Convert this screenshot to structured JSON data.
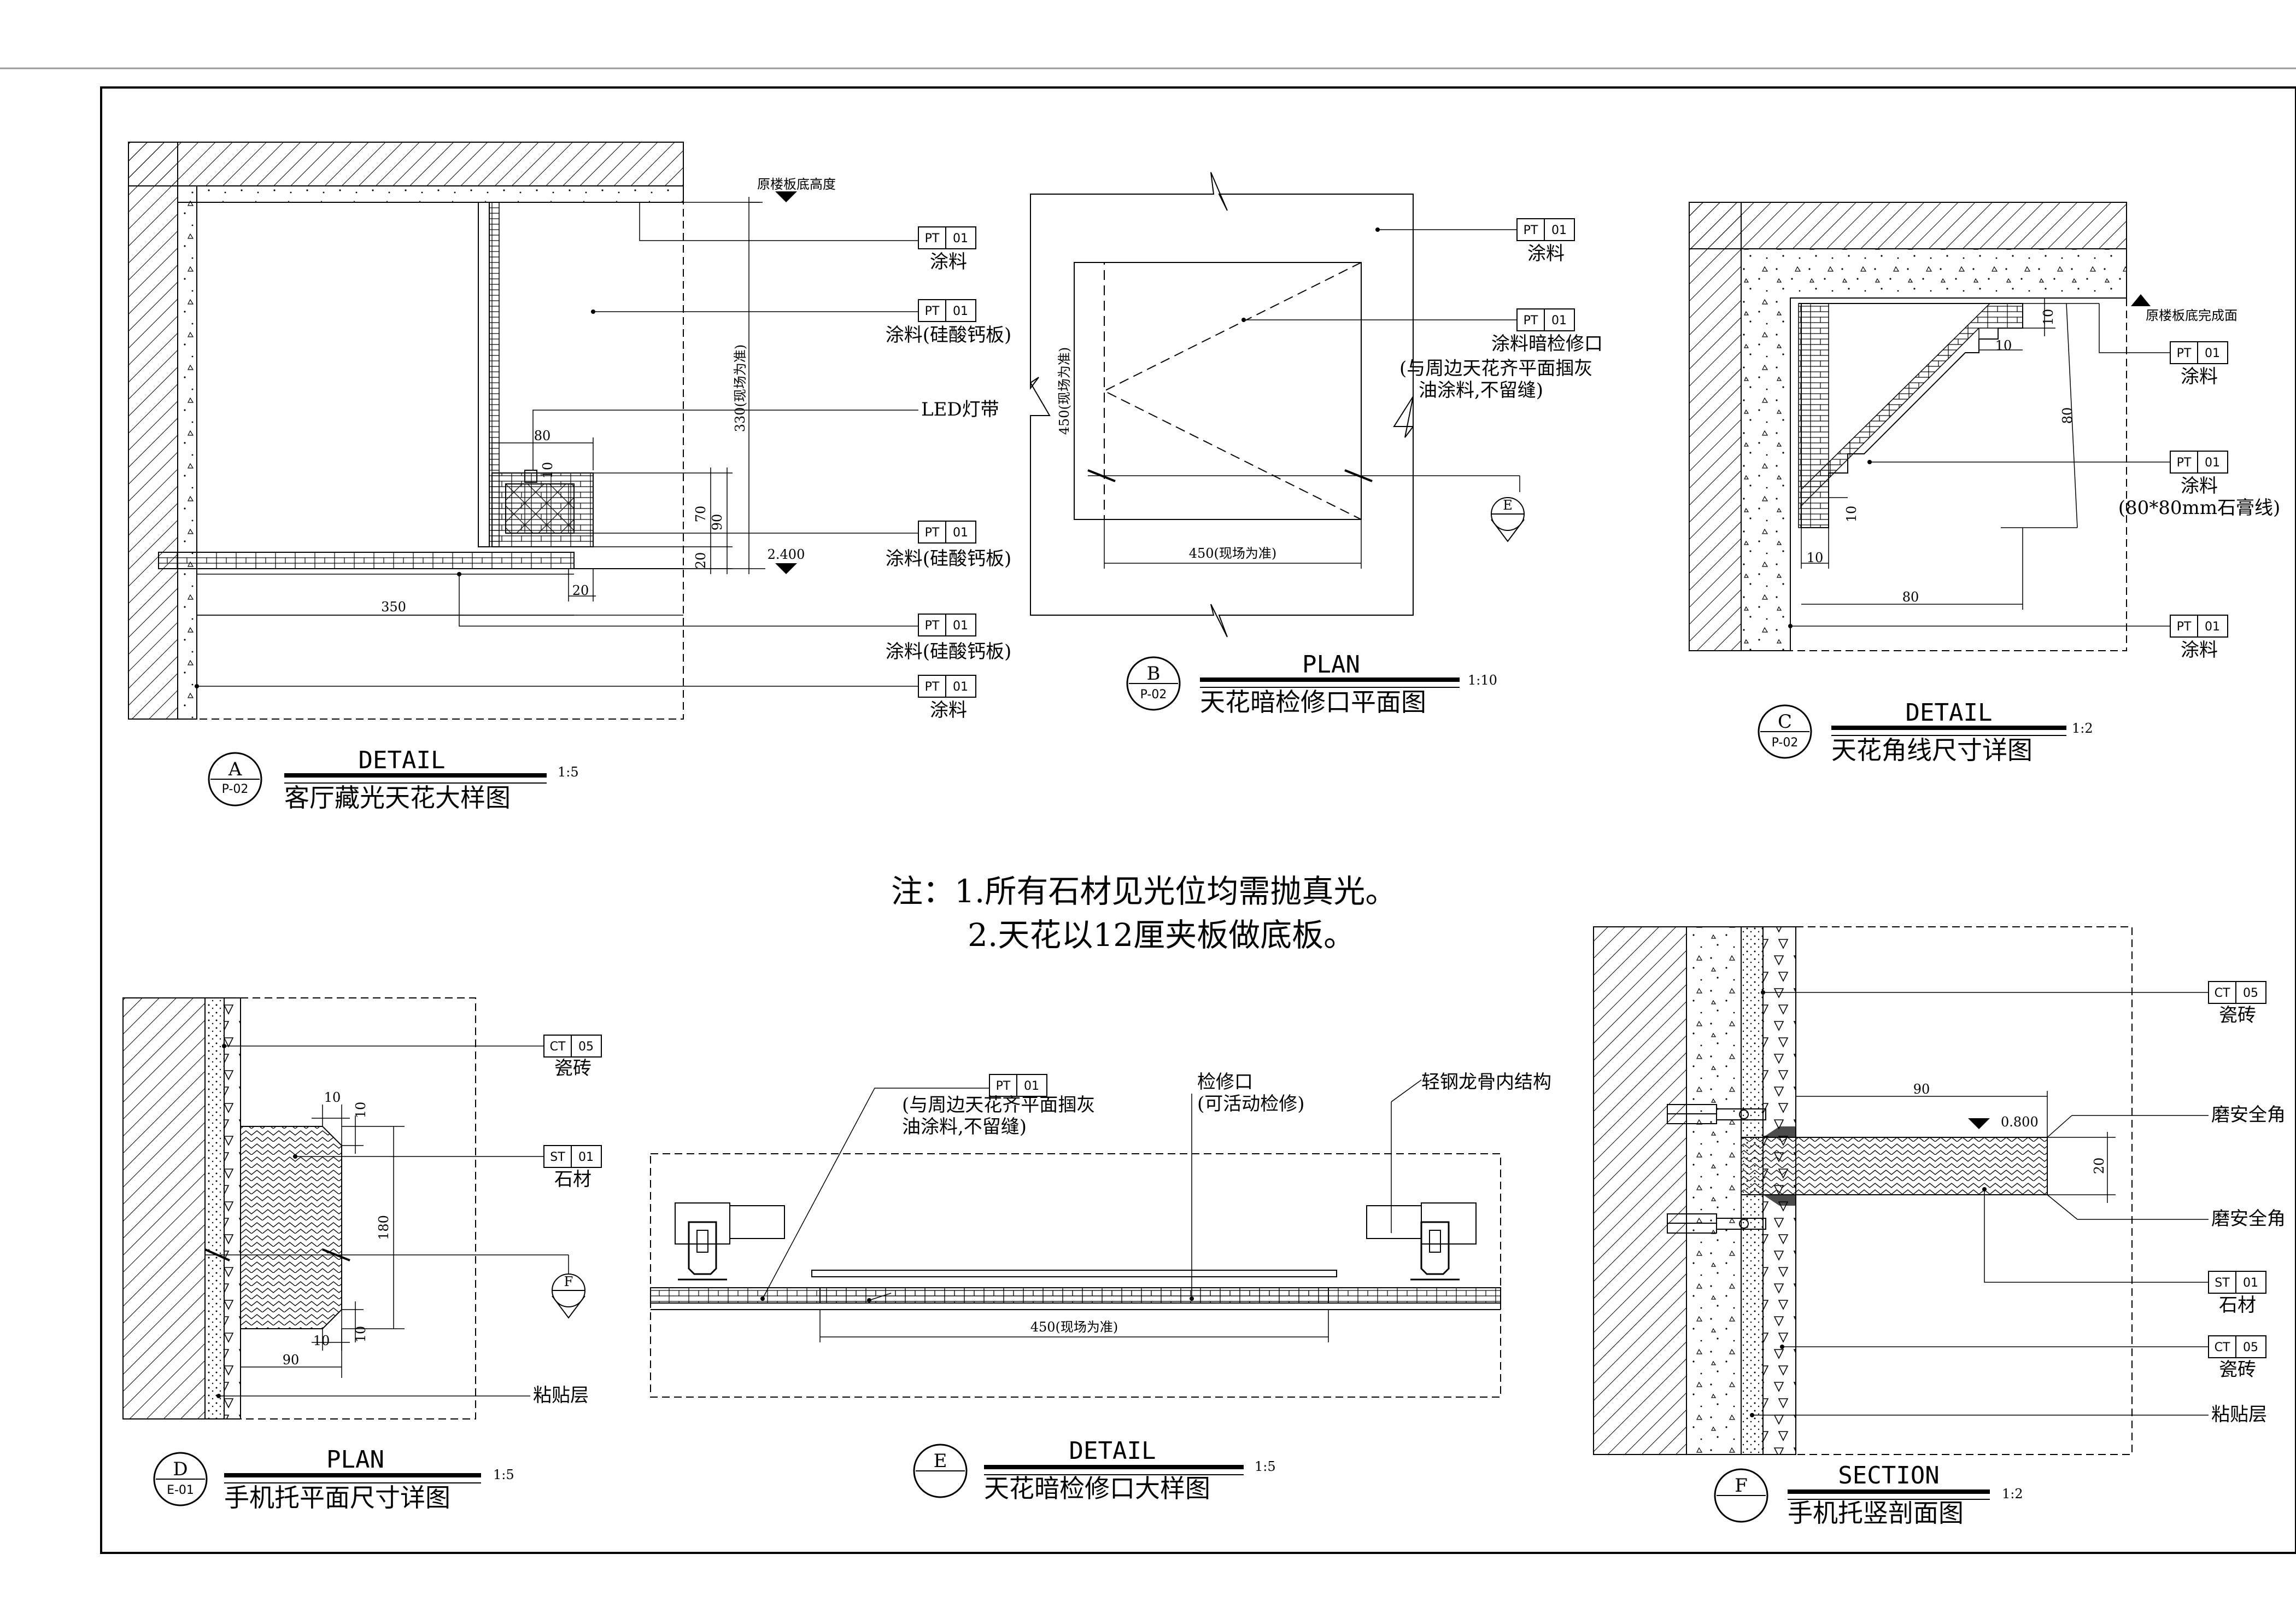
{
  "top_note": "原楼板底高度",
  "detail_a": {
    "code": "A",
    "sheet": "P-02",
    "type": "DETAIL",
    "title": "客厅藏光天花大样图",
    "scale": "1:5",
    "labels": [
      "涂料",
      "涂料(硅酸钙板)",
      "LED灯带",
      "涂料(硅酸钙板)",
      "涂料(硅酸钙板)",
      "涂料"
    ],
    "dims": [
      "80",
      "10",
      "70",
      "90",
      "20",
      "20",
      "350",
      "330(现场为准)"
    ],
    "level": "2.400"
  },
  "detail_b": {
    "code": "B",
    "sheet": "P-02",
    "type": "PLAN",
    "title": "天花暗检修口平面图",
    "scale": "1:10",
    "labels": [
      "涂料",
      "涂料暗检修口",
      "(与周边天花齐平面掴灰",
      "油涂料,不留缝)"
    ],
    "dims": [
      "450(现场为准)",
      "450(现场为准)"
    ],
    "section_ref": "E"
  },
  "detail_c": {
    "code": "C",
    "sheet": "P-02",
    "type": "DETAIL",
    "title": "天花角线尺寸详图",
    "scale": "1:2",
    "finish_note": "原楼板底完成面",
    "labels": [
      "涂料",
      "涂料",
      "(80*80mm石膏线)",
      "涂料"
    ],
    "dims": [
      "10",
      "10",
      "80",
      "10",
      "10",
      "80"
    ]
  },
  "notes": [
    "注：1.所有石材见光位均需抛真光。",
    "2.天花以12厘夹板做底板。"
  ],
  "detail_d": {
    "code": "D",
    "sheet": "E-01",
    "type": "PLAN",
    "title": "手机托平面尺寸详图",
    "scale": "1:5",
    "labels": [
      "瓷砖",
      "石材",
      "粘贴层"
    ],
    "dims": [
      "10",
      "10",
      "180",
      "10",
      "10",
      "90"
    ],
    "section_ref": "F"
  },
  "detail_e": {
    "code": "E",
    "type": "DETAIL",
    "title": "天花暗检修口大样图",
    "scale": "1:5",
    "labels": [
      "(与周边天花齐平面掴灰",
      "油涂料,不留缝)",
      "检修口",
      "(可活动检修)",
      "轻钢龙骨内结构"
    ],
    "dims": [
      "450(现场为准)"
    ]
  },
  "detail_f": {
    "code": "F",
    "type": "SECTION",
    "title": "手机托竖剖面图",
    "scale": "1:2",
    "labels": [
      "瓷砖",
      "磨安全角",
      "磨安全角",
      "石材",
      "瓷砖",
      "粘贴层"
    ],
    "dims": [
      "90",
      "20"
    ],
    "level": "0.800"
  },
  "tags": {
    "pt": "PT",
    "ct": "CT",
    "st": "ST",
    "num01": "01",
    "num05": "05"
  }
}
